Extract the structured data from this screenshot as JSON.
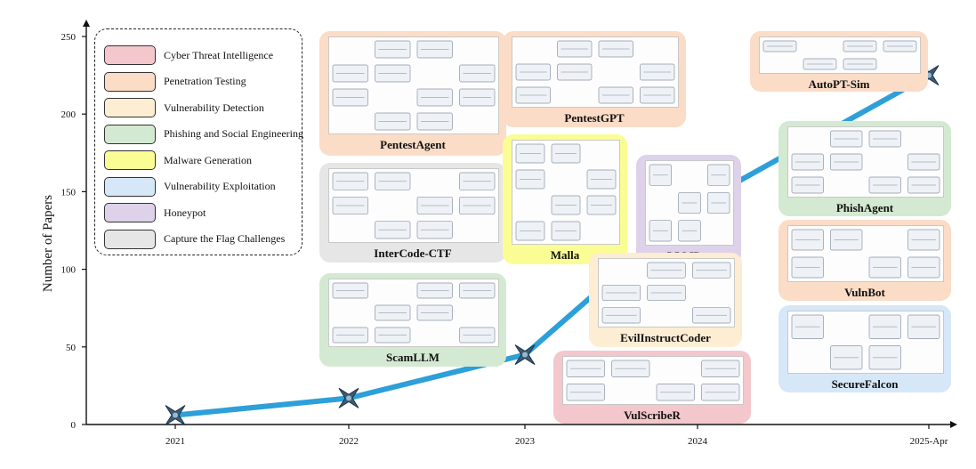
{
  "chart_data": {
    "type": "line",
    "ylabel": "Number of Papers",
    "xlabel": "",
    "x": [
      "2021",
      "2022",
      "2023",
      "2024",
      "2025-Apr"
    ],
    "values": [
      6,
      17,
      45,
      142,
      225
    ],
    "ylim": [
      0,
      260
    ],
    "yticks": [
      0,
      50,
      100,
      150,
      200,
      250
    ],
    "grid": false,
    "legend_position": "top-left",
    "line_color": "#2d9fd9",
    "marker": "x-star",
    "legend": [
      {
        "label": "Cyber Threat Intelligence",
        "color": "#f3c7cb"
      },
      {
        "label": "Penetration Testing",
        "color": "#fbdcc6"
      },
      {
        "label": "Vulnerability Detection",
        "color": "#fcedd3"
      },
      {
        "label": "Phishing and Social Engineering",
        "color": "#d4e9d1"
      },
      {
        "label": "Malware Generation",
        "color": "#fafd94"
      },
      {
        "label": "Vulnerability Exploitation",
        "color": "#d6e7f8"
      },
      {
        "label": "Honeypot",
        "color": "#ddd2ea"
      },
      {
        "label": "Capture the Flag Challenges",
        "color": "#e6e6e6"
      }
    ],
    "annotations": [
      {
        "label": "PentestAgent",
        "category": "Penetration Testing"
      },
      {
        "label": "InterCode-CTF",
        "category": "Capture the Flag Challenges"
      },
      {
        "label": "ScamLLM",
        "category": "Phishing and Social Engineering"
      },
      {
        "label": "PentestGPT",
        "category": "Penetration Testing"
      },
      {
        "label": "Malla",
        "category": "Malware Generation"
      },
      {
        "label": "LLMPot",
        "category": "Honeypot"
      },
      {
        "label": "EvilInstructCoder",
        "category": "Vulnerability Detection"
      },
      {
        "label": "VulScribeR",
        "category": "Cyber Threat Intelligence"
      },
      {
        "label": "AutoPT-Sim",
        "category": "Penetration Testing"
      },
      {
        "label": "PhishAgent",
        "category": "Phishing and Social Engineering"
      },
      {
        "label": "VulnBot",
        "category": "Penetration Testing"
      },
      {
        "label": "SecureFalcon",
        "category": "Vulnerability Exploitation"
      }
    ]
  }
}
